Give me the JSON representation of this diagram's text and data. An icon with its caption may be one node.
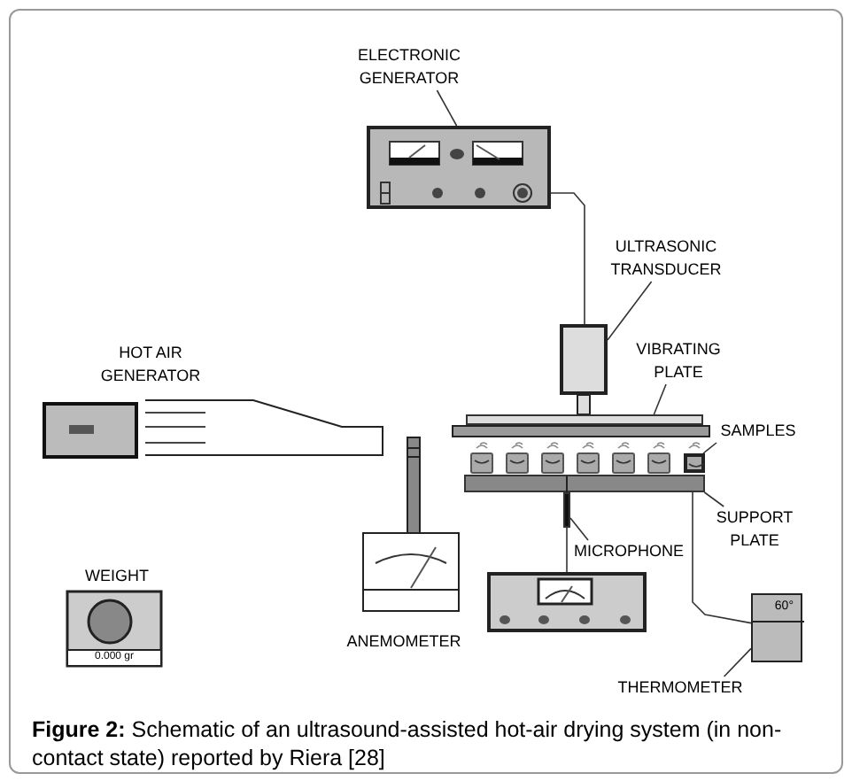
{
  "diagram": {
    "caption": "**Figure 2:** Schematic of an ultrasound-assisted hot-air drying system (in non-contact state) reported by Riera [28]",
    "nodes": [
      {
        "text": [
          "ELECTRONIC GENERATOR"
        ]
      },
      {
        "text": [],
        "shape": "box"
      },
      {
        "text": [
          "ULTRASONIC TRANSDUCER"
        ]
      },
      {
        "text": [],
        "shape": "box"
      },
      {
        "text": [
          "VIBRATING PLATE"
        ]
      },
      {
        "text": [],
        "shape": "bar"
      },
      {
        "text": [
          "SAMPLES"
        ]
      },
      {
        "text": [],
        "shape": "box"
      },
      {
        "text": [],
        "shape": "bar"
      },
      {
        "text": [
          "SUPPORT PLATE"
        ]
      },
      {
        "text": [
          "MICROPHONE"
        ]
      },
      {
        "text": [],
        "shape": "bar"
      },
      {
        "text": [],
        "shape": "box"
      },
      {
        "text": [
          "60°"
        ]
      },
      {
        "text": [
          "THERMOMETER"
        ]
      }
    ],
    "edges": [
      {
        "from": 0,
        "to": 1,
        "arrow": "none"
      },
      {
        "from": 2,
        "to": 3,
        "arrow": "none"
      },
      {
        "from": 4,
        "to": 5,
        "arrow": "none"
      },
      {
        "from": 6,
        "to": 7,
        "arrow": "none"
      },
      {
        "from": 9,
        "to": 8,
        "arrow": "none"
      },
      {
        "from": 10,
        "to": 11,
        "arrow": "none"
      },
      {
        "from": 14,
        "to": 13,
        "arrow": "none"
      },
      {
        "from": 1,
        "to": 3,
        "arrow": "none"
      },
      {
        "from": 11,
        "to": 12,
        "arrow": "none"
      },
      {
        "from": 8,
        "to": 13,
        "arrow": "none"
      }
    ],
    "labels": [
      "HOT AIR GENERATOR",
      "WEIGHT",
      "0.000 gr",
      "ANEMOMETER"
    ]
  }
}
